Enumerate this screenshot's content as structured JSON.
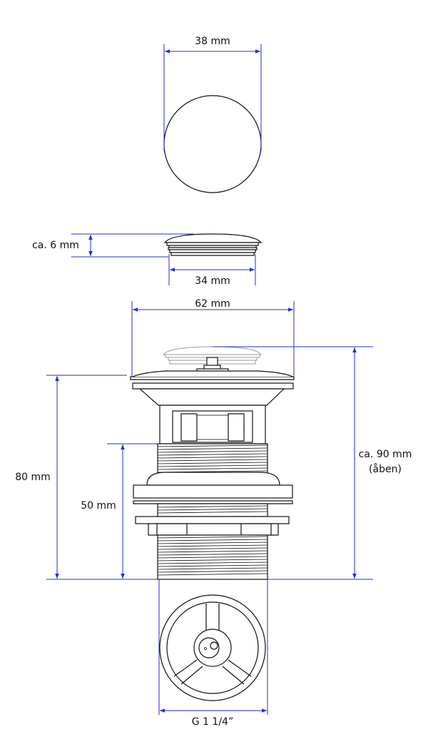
{
  "colors": {
    "dimension": "#1f2fd6",
    "outline": "#111111",
    "ghost": "#9a9a9a"
  },
  "dimensions": {
    "cap_diameter": "38 mm",
    "cap_height": "ca. 6 mm",
    "cap_base_diameter": "34 mm",
    "flange_diameter": "62 mm",
    "overall_height_open_line1": "ca. 90 mm",
    "overall_height_open_line2": "(åben)",
    "body_height": "80 mm",
    "thread_height": "50 mm",
    "thread_size": "G 1 1/4”"
  }
}
